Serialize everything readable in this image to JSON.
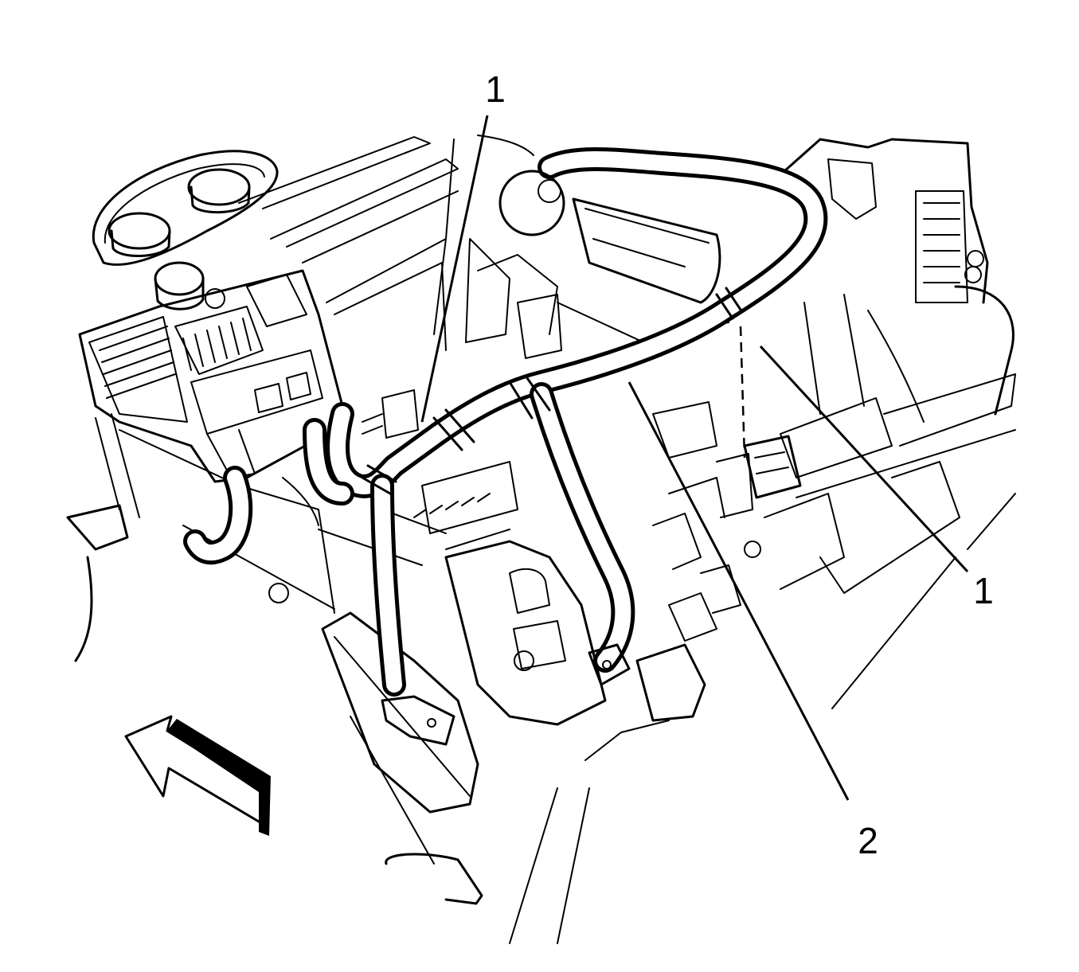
{
  "callouts": [
    {
      "id": "callout-1-top",
      "label": "1"
    },
    {
      "id": "callout-1-right",
      "label": "1"
    },
    {
      "id": "callout-2",
      "label": "2"
    }
  ],
  "colors": {
    "line": "#000000",
    "background": "#ffffff"
  }
}
